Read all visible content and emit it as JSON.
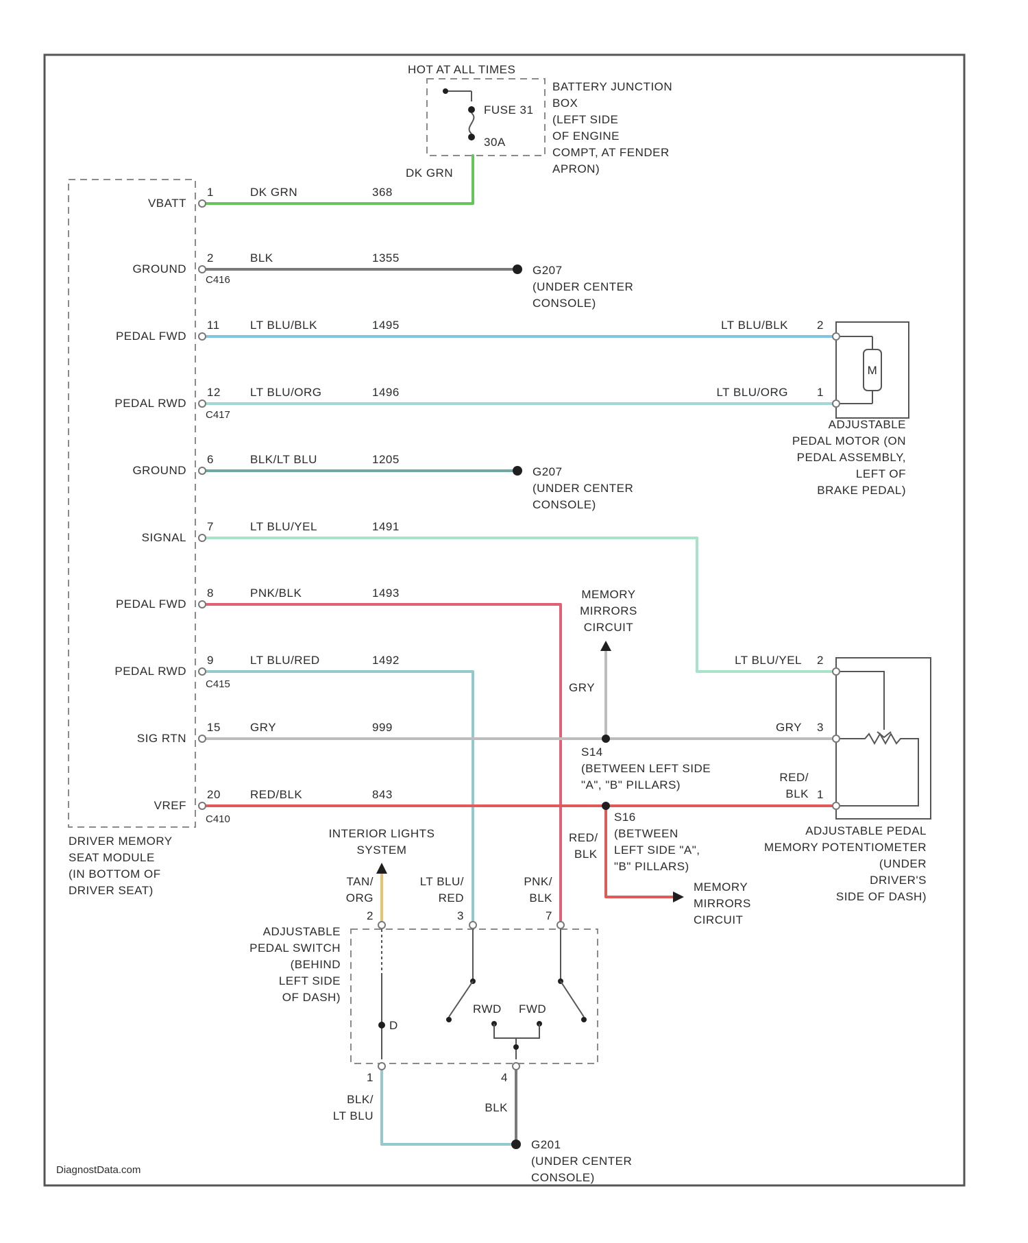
{
  "fuse_block": {
    "hot_label": "HOT AT ALL TIMES",
    "fuse_name": "FUSE 31",
    "fuse_rating": "30A",
    "location_lines": [
      "BATTERY JUNCTION",
      "BOX",
      "(LEFT SIDE",
      "OF ENGINE",
      "COMPT, AT FENDER",
      "APRON)"
    ],
    "output_wire": "DK GRN"
  },
  "module": {
    "name_lines": [
      "DRIVER MEMORY",
      "SEAT MODULE",
      "(IN BOTTOM OF",
      "DRIVER SEAT)"
    ],
    "connectors": [
      "C416",
      "C417",
      "C415",
      "C410"
    ]
  },
  "circuits": [
    {
      "label": "VBATT",
      "pin": "1",
      "color": "DK GRN",
      "circuit": "368"
    },
    {
      "label": "GROUND",
      "pin": "2",
      "color": "BLK",
      "circuit": "1355"
    },
    {
      "label": "PEDAL FWD",
      "pin": "11",
      "color": "LT BLU/BLK",
      "circuit": "1495"
    },
    {
      "label": "PEDAL RWD",
      "pin": "12",
      "color": "LT BLU/ORG",
      "circuit": "1496"
    },
    {
      "label": "GROUND",
      "pin": "6",
      "color": "BLK/LT BLU",
      "circuit": "1205"
    },
    {
      "label": "SIGNAL",
      "pin": "7",
      "color": "LT BLU/YEL",
      "circuit": "1491"
    },
    {
      "label": "PEDAL FWD",
      "pin": "8",
      "color": "PNK/BLK",
      "circuit": "1493"
    },
    {
      "label": "PEDAL RWD",
      "pin": "9",
      "color": "LT BLU/RED",
      "circuit": "1492"
    },
    {
      "label": "SIG RTN",
      "pin": "15",
      "color": "GRY",
      "circuit": "999"
    },
    {
      "label": "VREF",
      "pin": "20",
      "color": "RED/BLK",
      "circuit": "843"
    }
  ],
  "grounds": {
    "g1_name": "G207",
    "g1_lines": [
      "(UNDER CENTER",
      "CONSOLE)"
    ],
    "g2_name": "G207",
    "g2_lines": [
      "(UNDER CENTER",
      "CONSOLE)"
    ],
    "g3_name": "G201",
    "g3_lines": [
      "(UNDER CENTER",
      "CONSOLE)"
    ]
  },
  "motor": {
    "symbol": "M",
    "pin_top": "2",
    "pin_bottom": "1",
    "wire_top": "LT BLU/BLK",
    "wire_bottom": "LT BLU/ORG",
    "name_lines": [
      "ADJUSTABLE",
      "PEDAL MOTOR (ON",
      "PEDAL ASSEMBLY,",
      "LEFT OF",
      "BRAKE PEDAL)"
    ]
  },
  "potentiometer": {
    "pin_top": "2",
    "pin_mid": "3",
    "pin_bottom": "1",
    "wire_top": "LT BLU/YEL",
    "wire_mid": "GRY",
    "wire_bottom_lines": [
      "RED/",
      "BLK"
    ],
    "name_lines": [
      "ADJUSTABLE PEDAL",
      "MEMORY POTENTIOMETER",
      "(UNDER",
      "DRIVER'S",
      "SIDE OF DASH)"
    ]
  },
  "splices": {
    "s1_name": "S14",
    "s1_lines": [
      "(BETWEEN LEFT SIDE",
      "\"A\", \"B\" PILLARS)"
    ],
    "s2_name": "S16",
    "s2_lines": [
      "(BETWEEN",
      "LEFT SIDE \"A\",",
      "\"B\" PILLARS)"
    ]
  },
  "memory_mirrors": {
    "top_lines": [
      "MEMORY",
      "MIRRORS",
      "CIRCUIT"
    ],
    "top_wire": "GRY",
    "bottom_lines": [
      "MEMORY",
      "MIRRORS",
      "CIRCUIT"
    ],
    "bottom_wire_lines": [
      "RED/",
      "BLK"
    ]
  },
  "switch": {
    "name_lines": [
      "ADJUSTABLE",
      "PEDAL SWITCH",
      "(BEHIND",
      "LEFT SIDE",
      "OF DASH)"
    ],
    "interior_lines": [
      "INTERIOR LIGHTS",
      "SYSTEM"
    ],
    "pin_tan": "2",
    "wire_tan_lines": [
      "TAN/",
      "ORG"
    ],
    "pin_blue": "3",
    "wire_blue_lines": [
      "LT BLU/",
      "RED"
    ],
    "pin_pink": "7",
    "wire_pink_lines": [
      "PNK/",
      "BLK"
    ],
    "rwd_label": "RWD",
    "fwd_label": "FWD",
    "pin_ground_left": "1",
    "pin_ground_right": "4",
    "wire_left_lines": [
      "BLK/",
      "LT BLU"
    ],
    "wire_right": "BLK",
    "resistor_label": "D"
  },
  "footer": {
    "credit": "DiagnostData.com"
  },
  "colors": {
    "dk_grn": "#66c45a",
    "blk": "#7a7a7a",
    "lt_blu_blk": "#7ec6e0",
    "lt_blu_org": "#9fd9d2",
    "blk_lt_blu": "#6ea7a3",
    "lt_blu_yel": "#a6e3c8",
    "pnk_blk": "#e06075",
    "lt_blu_red": "#93c8cc",
    "gry": "#bdbdbd",
    "red_blk": "#e05a5a",
    "tan_org": "#e8c26e"
  }
}
